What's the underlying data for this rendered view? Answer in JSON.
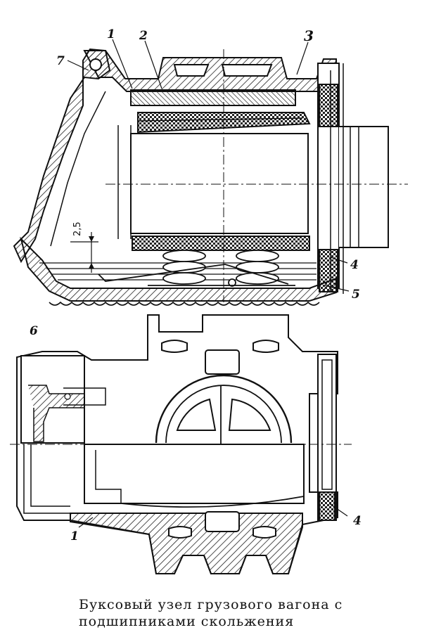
{
  "labels": {
    "top": {
      "l1": "1",
      "l2": "2",
      "l3": "3",
      "l7": "7",
      "l4": "4",
      "l5": "5",
      "dim": "2,5"
    },
    "bottom": {
      "l6": "6",
      "l4": "4",
      "l1": "1"
    }
  },
  "caption": {
    "line1": "Буксовый  узел  грузового  вагона   с",
    "line2": "подшипниками скольжения"
  }
}
